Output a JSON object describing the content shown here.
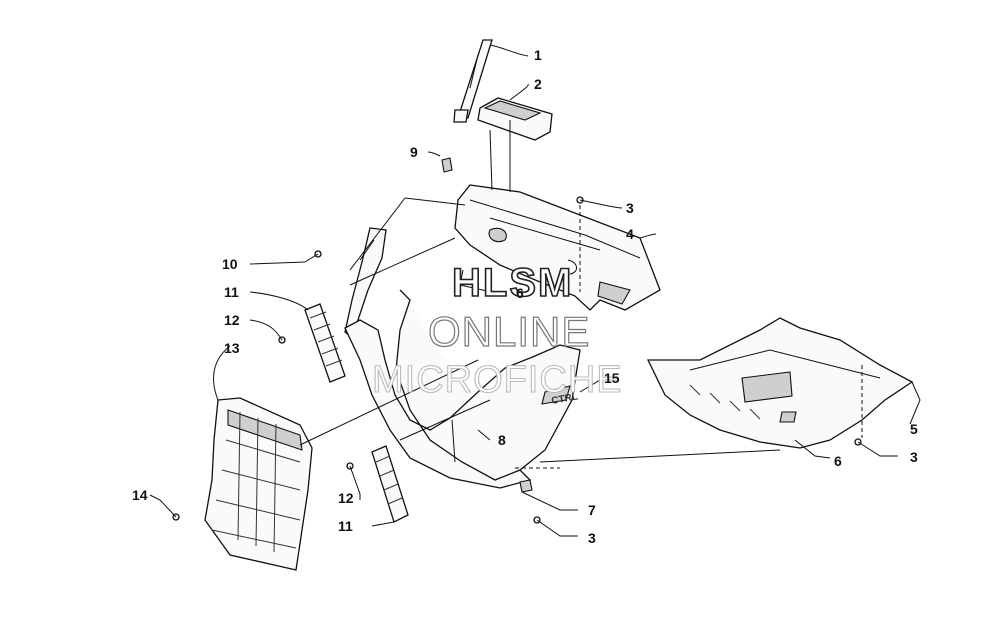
{
  "watermark": {
    "line1": "HLSM",
    "line2": "ONLINE",
    "line3": "MICROFICHE"
  },
  "decal_text": "CTRL",
  "callouts": [
    {
      "id": "c1",
      "label": "1"
    },
    {
      "id": "c2",
      "label": "2"
    },
    {
      "id": "c3a",
      "label": "3"
    },
    {
      "id": "c4",
      "label": "4"
    },
    {
      "id": "c5",
      "label": "5"
    },
    {
      "id": "c6a",
      "label": "6"
    },
    {
      "id": "c6b",
      "label": "6"
    },
    {
      "id": "c3b",
      "label": "3"
    },
    {
      "id": "c7",
      "label": "7"
    },
    {
      "id": "c3c",
      "label": "3"
    },
    {
      "id": "c8",
      "label": "8"
    },
    {
      "id": "c9",
      "label": "9"
    },
    {
      "id": "c10",
      "label": "10"
    },
    {
      "id": "c11a",
      "label": "11"
    },
    {
      "id": "c12a",
      "label": "12"
    },
    {
      "id": "c13",
      "label": "13"
    },
    {
      "id": "c14",
      "label": "14"
    },
    {
      "id": "c12b",
      "label": "12"
    },
    {
      "id": "c11b",
      "label": "11"
    },
    {
      "id": "c15",
      "label": "15"
    }
  ]
}
